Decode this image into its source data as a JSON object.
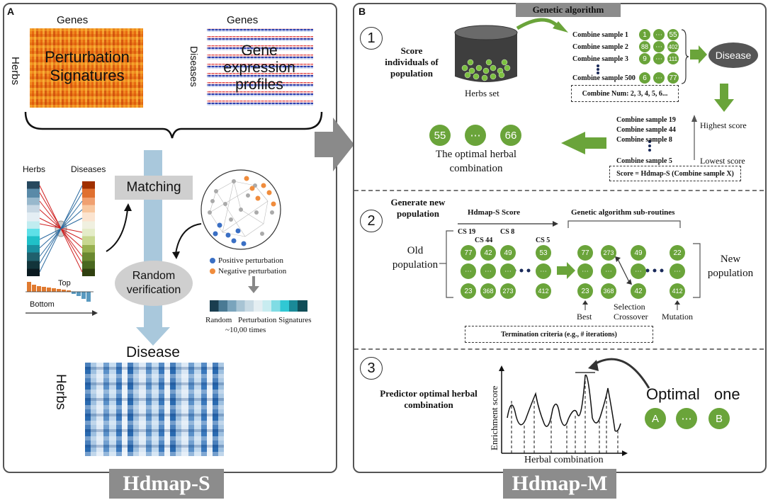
{
  "panel_a": {
    "letter": "A",
    "genes_label_1": "Genes",
    "genes_label_2": "Genes",
    "herbs_label": "Herbs",
    "diseases_label": "Diseases",
    "perturbation_signatures": "Perturbation Signatures",
    "gene_expression_profiles": "Gene expression profiles",
    "herbs_col_label": "Herbs",
    "diseases_col_label": "Diseases",
    "matching": "Matching",
    "random_verification": "Random verification",
    "top": "Top",
    "bottom": "Bottom",
    "positive_perturbation": "Positive perturbation",
    "negative_perturbation": "Negative perturbation",
    "random": "Random",
    "perturbation_signatures_small": "Perturbation Signatures",
    "times": "~10,00 times",
    "disease": "Disease",
    "herbs_heatmap_label": "Herbs",
    "footer": "Hdmap-S"
  },
  "panel_b": {
    "letter": "B",
    "header": "Genetic algorithm",
    "step1": {
      "num": "1",
      "title": "Score individuals of population",
      "herbs_set": "Herbs set",
      "samples": [
        {
          "label": "Combine sample 1",
          "a": "1",
          "b": "⋯",
          "c": "55"
        },
        {
          "label": "Combine sample 2",
          "a": "88",
          "b": "⋯",
          "c": "402"
        },
        {
          "label": "Combine sample 3",
          "a": "9",
          "b": "⋯",
          "c": "111"
        },
        {
          "label": "Combine sample 500",
          "a": "6",
          "b": "⋯",
          "c": "77"
        }
      ],
      "combine_num": "Combine Num: 2, 3, 4, 5, 6...",
      "disease": "Disease",
      "ranked": [
        "Combine sample 19",
        "Combine sample 44",
        "Combine sample 8",
        "Combine sample 5"
      ],
      "highest": "Highest score",
      "lowest": "Lowest score",
      "score_formula": "Score = Hdmap-S (Combine sample X)",
      "optimal": [
        "55",
        "⋯",
        "66"
      ],
      "optimal_label": "The optimal herbal combination"
    },
    "step2": {
      "num": "2",
      "title": "Generate new population",
      "hdmap_score": "Hdmap-S Score",
      "subroutines": "Genetic algorithm sub-routines",
      "old_population": "Old population",
      "new_population": "New population",
      "cs_labels": [
        "CS 19",
        "CS 44",
        "CS 8",
        "CS 5"
      ],
      "old_cols": [
        [
          "77",
          "⋯",
          "23"
        ],
        [
          "42",
          "⋯",
          "368"
        ],
        [
          "49",
          "⋯",
          "273"
        ],
        [
          "53",
          "⋯",
          "412"
        ]
      ],
      "new_cols": [
        [
          "77",
          "⋯",
          "23"
        ],
        [
          "273",
          "⋯",
          "368"
        ],
        [
          "49",
          "⋯",
          "42"
        ],
        [
          "22",
          "⋯",
          "412"
        ]
      ],
      "best": "Best",
      "selection": "Selection",
      "crossover": "Crossover",
      "mutation": "Mutation",
      "termination": "Termination criteria (e.g., # iterations)"
    },
    "step3": {
      "num": "3",
      "title": "Predictor optimal herbal combination",
      "ylabel": "Enrichment score",
      "xlabel": "Herbal combination",
      "optimal_one": "Optimal one",
      "circles": [
        "A",
        "⋯",
        "B"
      ]
    },
    "footer": "Hdmap-M"
  },
  "colors": {
    "green": "#6aa43a",
    "footer_gray": "#8c8c8c",
    "light_blue_arrow": "#a9c8dc",
    "positive": "#3a6fc4",
    "negative": "#f08c3c"
  }
}
